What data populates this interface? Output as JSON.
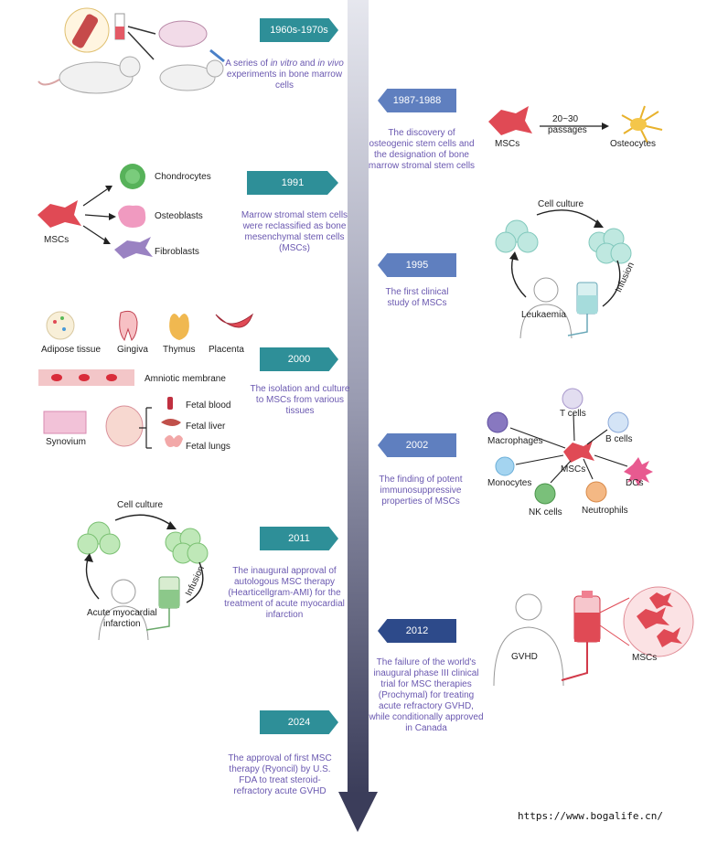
{
  "events": [
    {
      "year": "1960s-1970s",
      "desc_pre": "A series of ",
      "desc_em1": "in vitro",
      "desc_mid": " and ",
      "desc_em2": "in vivo",
      "desc_post": " experiments in bone marrow cells"
    },
    {
      "year": "1987-1988",
      "desc": "The discovery of osteogenic stem cells and the designation of bone marrow stromal stem cells"
    },
    {
      "year": "1991",
      "desc": "Marrow stromal stem cells were reclassified as bone mesenchymal stem cells (MSCs)"
    },
    {
      "year": "1995",
      "desc": "The first clinical study of MSCs"
    },
    {
      "year": "2000",
      "desc": "The isolation and culture to MSCs from various tissues"
    },
    {
      "year": "2002",
      "desc": "The finding of potent immunosuppressive properties of MSCs"
    },
    {
      "year": "2011",
      "desc": "The inaugural approval of autologous MSC therapy (Hearticellgram-AMI) for the treatment of acute myocardial infarction"
    },
    {
      "year": "2012",
      "desc": "The failure of the world's inaugural phase III clinical trial for MSC therapies (Prochymal) for treating acute refractory GVHD, while conditionally approved in Canada"
    },
    {
      "year": "2024",
      "desc": "The approval of first MSC therapy (Ryoncil) by U.S. FDA to treat steroid-refractory acute GVHD"
    }
  ],
  "labels": {
    "msc": "MSCs",
    "passages_top": "20~30",
    "passages_bottom": "passages",
    "osteocytes": "Osteocytes",
    "chondrocytes": "Chondrocytes",
    "osteoblasts": "Osteoblasts",
    "fibroblasts": "Fibroblasts",
    "cell_culture": "Cell culture",
    "infusion": "Infusion",
    "leukaemia": "Leukaemia",
    "adipose": "Adipose tissue",
    "gingiva": "Gingiva",
    "thymus": "Thymus",
    "placenta": "Placenta",
    "amniotic": "Amniotic membrane",
    "synovium": "Synovium",
    "fetal_blood": "Fetal blood",
    "fetal_liver": "Fetal liver",
    "fetal_lungs": "Fetal lungs",
    "t_cells": "T cells",
    "b_cells": "B cells",
    "macrophages": "Macrophages",
    "monocytes": "Monocytes",
    "nk_cells": "NK cells",
    "neutrophils": "Neutrophils",
    "dcs": "DCs",
    "acute_mi_1": "Acute myocardial",
    "acute_mi_2": "infarction",
    "gvhd": "GVHD"
  },
  "colors": {
    "teal": "#2e8f98",
    "blue": "#5f7fbf",
    "navy": "#2d4a8a",
    "desc_text": "#6a58b0",
    "msc_red": "#e04a55"
  },
  "watermark": "https://www.bogalife.cn/"
}
